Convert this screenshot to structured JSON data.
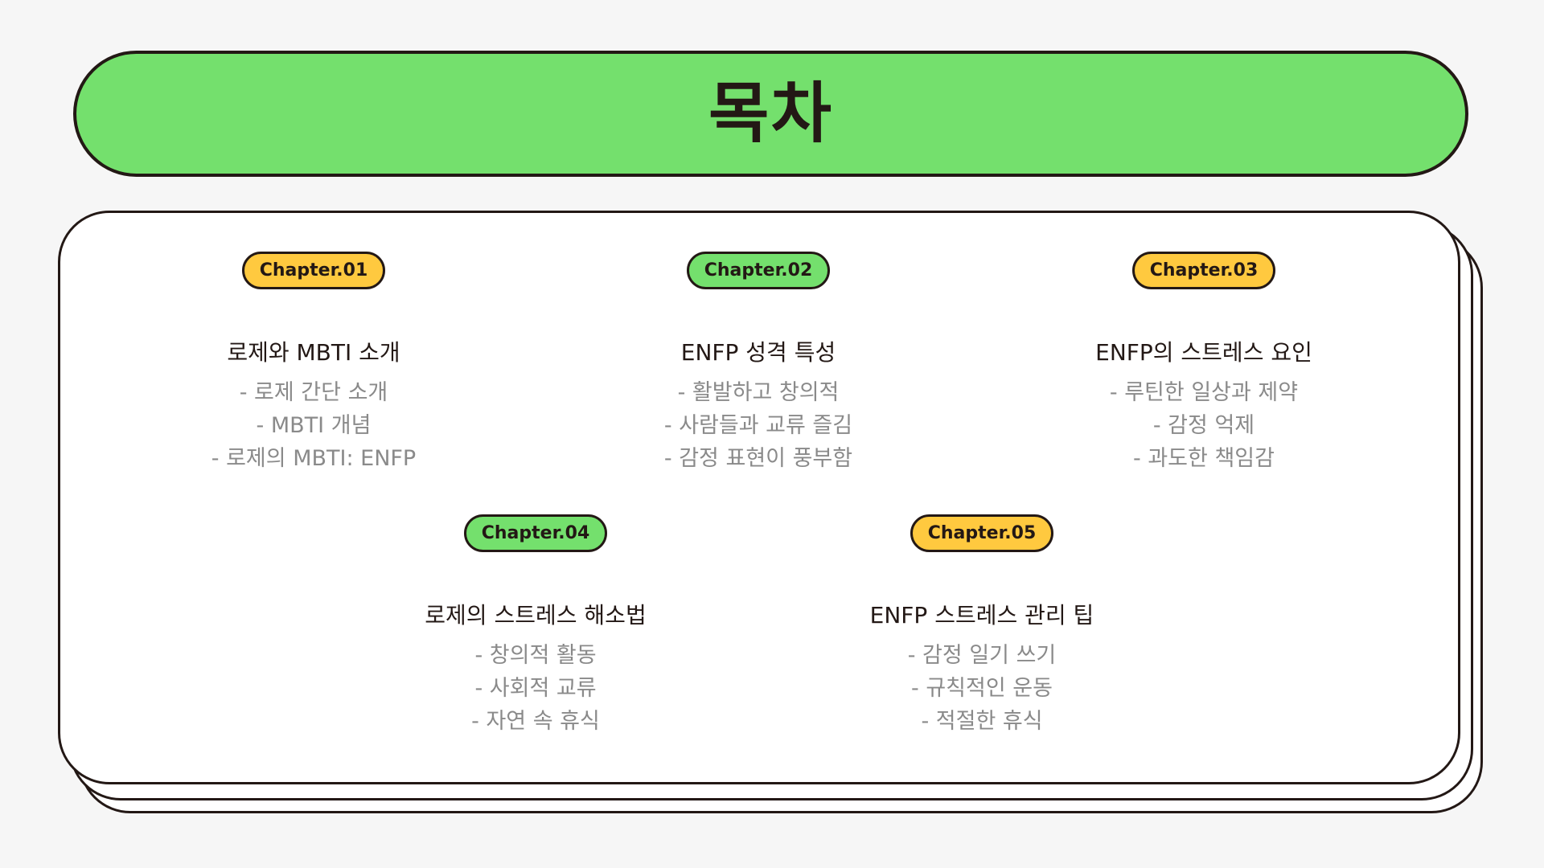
{
  "title": "목차",
  "colors": {
    "green": "#74e06d",
    "yellow": "#ffc93f",
    "outline": "#231815",
    "item_text": "#8a8a8a"
  },
  "chapters": [
    {
      "label": "Chapter.01",
      "color": "yellow",
      "title": "로제와 MBTI 소개",
      "items": [
        "- 로제 간단 소개",
        "- MBTI 개념",
        "- 로제의 MBTI: ENFP"
      ]
    },
    {
      "label": "Chapter.02",
      "color": "green",
      "title": "ENFP 성격 특성",
      "items": [
        "- 활발하고 창의적",
        "- 사람들과 교류 즐김",
        "- 감정 표현이 풍부함"
      ]
    },
    {
      "label": "Chapter.03",
      "color": "yellow",
      "title": "ENFP의 스트레스 요인",
      "items": [
        "- 루틴한 일상과 제약",
        "- 감정 억제",
        "- 과도한 책임감"
      ]
    },
    {
      "label": "Chapter.04",
      "color": "green",
      "title": "로제의 스트레스 해소법",
      "items": [
        "- 창의적 활동",
        "- 사회적 교류",
        "- 자연 속 휴식"
      ]
    },
    {
      "label": "Chapter.05",
      "color": "yellow",
      "title": "ENFP 스트레스 관리 팁",
      "items": [
        "- 감정 일기 쓰기",
        "- 규칙적인 운동",
        "- 적절한 휴식"
      ]
    }
  ]
}
